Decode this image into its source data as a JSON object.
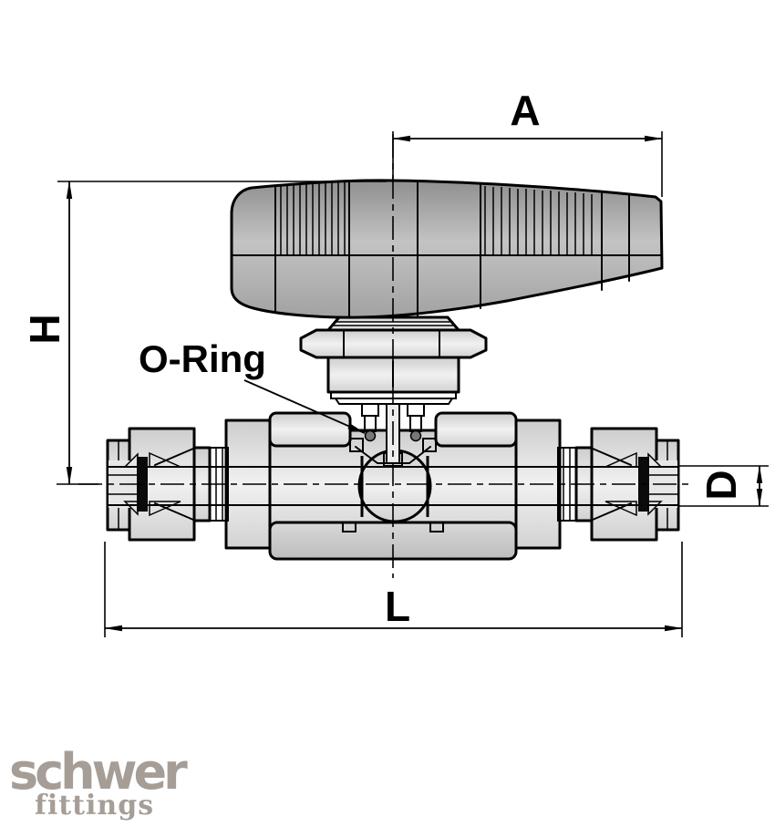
{
  "drawing": {
    "dimension_labels": {
      "a": "A",
      "h": "H",
      "d": "D",
      "l": "L"
    },
    "annotations": {
      "oring": "O-Ring"
    }
  },
  "logo": {
    "brand": "schwer",
    "tagline": "fittings"
  },
  "colors": {
    "front_ferrule": "#f2a636",
    "back_ferrule": "#a9d4f3",
    "logo_gray": "#a69e96",
    "line": "#000000"
  }
}
